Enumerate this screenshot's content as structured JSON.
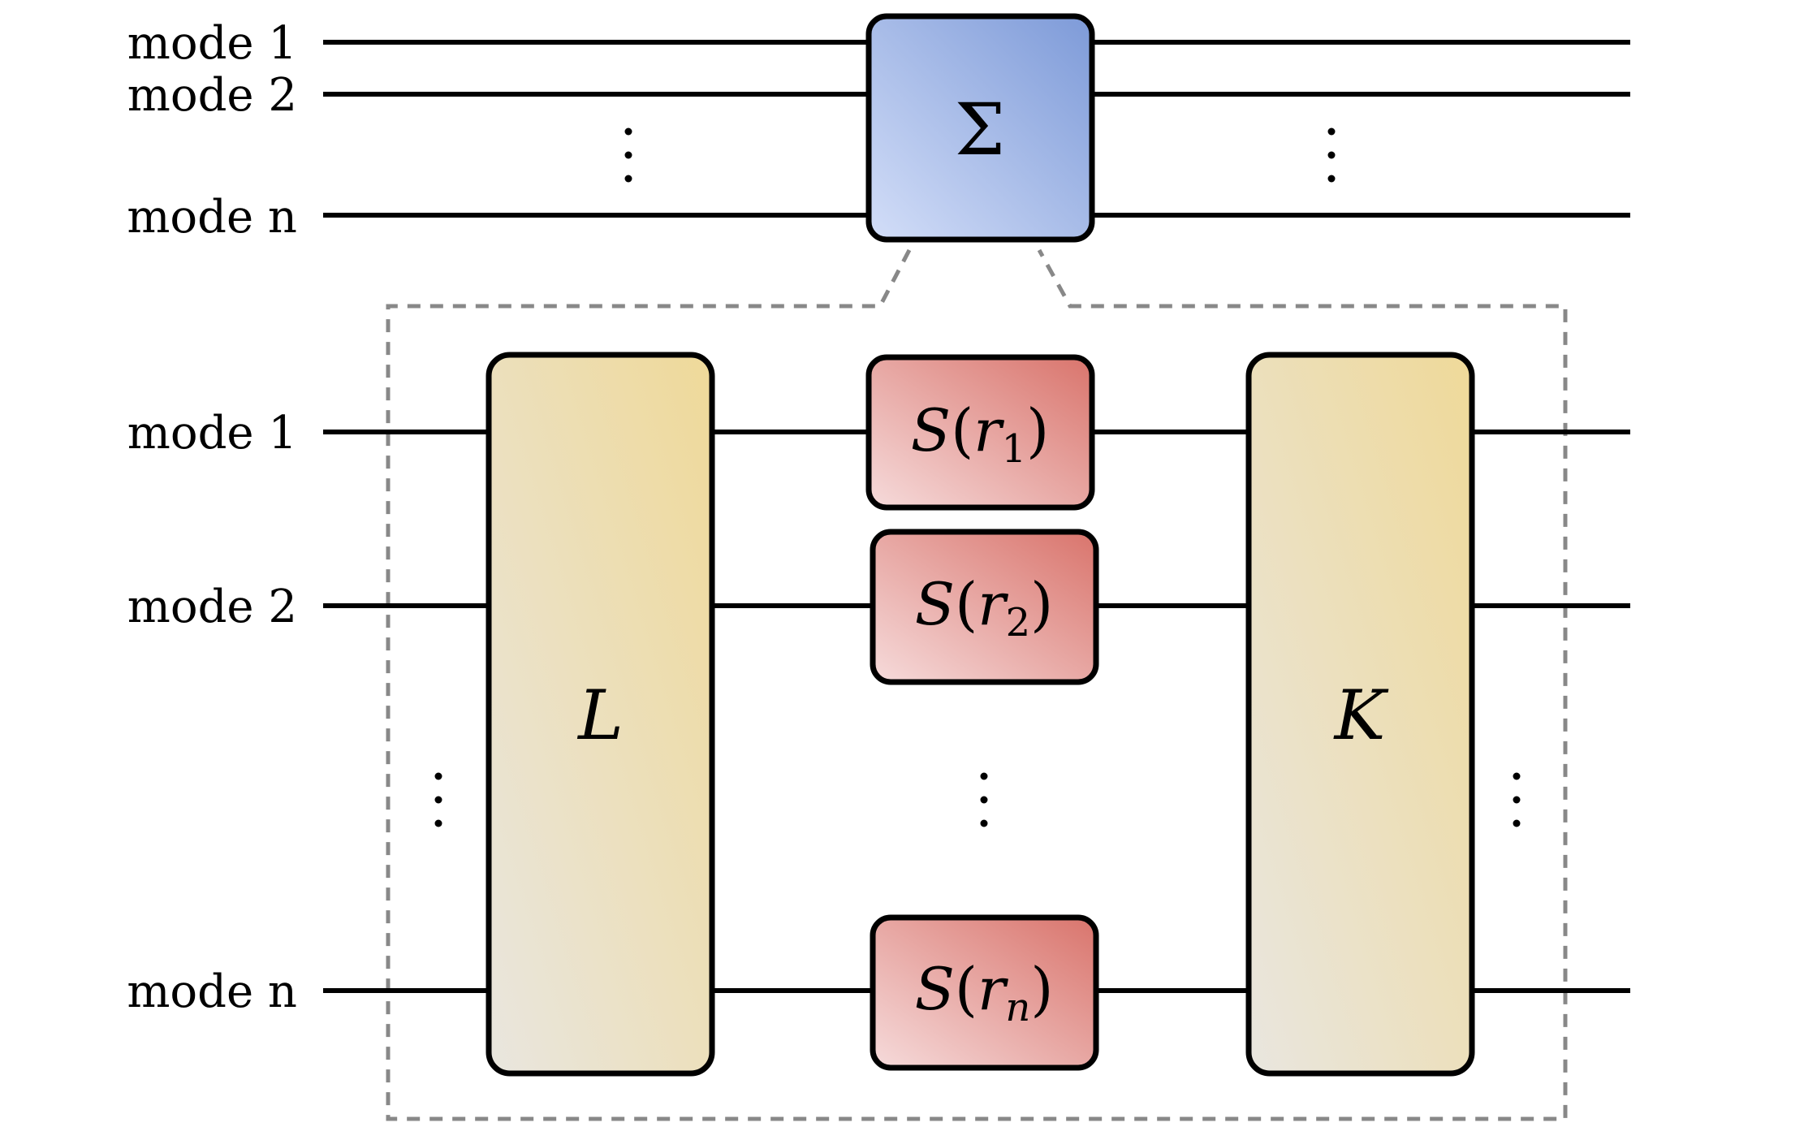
{
  "colors": {
    "sigma_gradient": [
      "#d3def8",
      "#7d9ad8"
    ],
    "orthogonal_gradient": [
      "#e9e6df",
      "#efd999"
    ],
    "squeeze_gradient": [
      "#f6dbdb",
      "#d9746c"
    ],
    "wire": "#000000",
    "dashed_outline": "#888888"
  },
  "top_circuit": {
    "mode_labels": [
      "mode 1",
      "mode 2",
      "mode n"
    ],
    "gate_label": "Σ"
  },
  "decomposition": {
    "mode_labels": [
      "mode 1",
      "mode 2",
      "mode n"
    ],
    "left_gate_label": "L",
    "right_gate_label": "K",
    "squeeze_gates": [
      {
        "name": "S",
        "arg": "r",
        "sub": "1"
      },
      {
        "name": "S",
        "arg": "r",
        "sub": "2"
      },
      {
        "name": "S",
        "arg": "r",
        "sub": "n"
      }
    ]
  }
}
